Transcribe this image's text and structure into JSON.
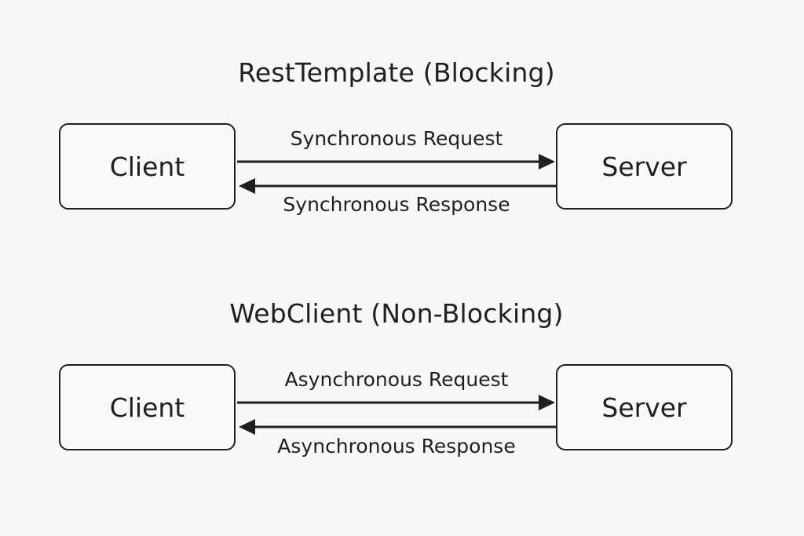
{
  "sections": [
    {
      "title": "RestTemplate (Blocking)",
      "client_label": "Client",
      "server_label": "Server",
      "request_label": "Synchronous Request",
      "response_label": "Synchronous Response"
    },
    {
      "title": "WebClient (Non-Blocking)",
      "client_label": "Client",
      "server_label": "Server",
      "request_label": "Asynchronous Request",
      "response_label": "Asynchronous Response"
    }
  ],
  "colors": {
    "stroke": "#1f1f1f",
    "background": "#f7f7f7"
  }
}
